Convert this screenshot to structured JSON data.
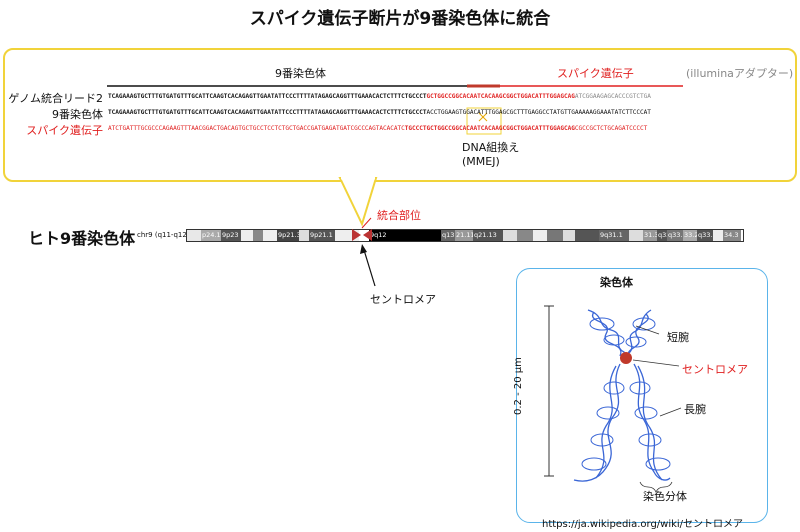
{
  "title": "スパイク遺伝子断片が9番染色体に統合",
  "callout": {
    "label_chr9_top": "9番染色体",
    "label_spike_top": "スパイク遺伝子",
    "label_adapter": "(illuminaアダプター)",
    "rows": [
      {
        "label": "ゲノム統合リード2",
        "seq_black": "TCAGAAAGTGCTTTGTGATGTTTGCATTCAAGTCACAGAGTTGAATATTCCCTTTTATAGAGCAGGTTTGAAACACTCTTTCTGCCCT",
        "seq_red": "GCTGGCCGGCACAATCACAAGCGGCTGGACATTTGGAGCAG",
        "seq_gray": "ATCGGAAGAGCACCCGTCTGA"
      },
      {
        "label": "9番染色体",
        "seq_black": "TCAGAAAGTGCTTTGTGATGTTTGCATTCAAGTCACAGAGTTGAATATTCCCTTTTATAGAGCAGGTTTGAAACACTCTTTCTGCCCT",
        "seq_black2": "ACCTGGAAGTGGACATTTGGAGCGCTTTGAGGCCTATGTTGAAAAAGGAAATATCTTCCCAT"
      },
      {
        "label": "スパイク遺伝子",
        "seq_red_pre": "ATCTGATTTGCGCCCAGAAGTTTAACGGACTGACAGTGCTGCCTCCTCTGCTGACCGATGAGATGATCGCCCAGTACACATC",
        "seq_red": "TGCCCTGCTGGCCGGCACAATCACAAGCGGCTGGACATTTGGAGCAG",
        "seq_red_post": "CGCCGCTCTGCAGATCCCCT"
      }
    ],
    "dna_label_1": "DNA組換え",
    "dna_label_2": "(MMEJ)"
  },
  "chromosome": {
    "title": "ヒト9番染色体",
    "integration_label": "統合部位",
    "chr_label": "chr9 (q11-q12)",
    "bands": [
      "p24.1",
      "9p23",
      "9p21.3",
      "9p21.1",
      "9q12",
      "q13",
      "21.11",
      "q21.13",
      "9q31.1",
      "31.3",
      "q32",
      "q33.1",
      "33.2",
      "q33.3",
      "34.3"
    ],
    "centromere_label": "セントロメア"
  },
  "panel": {
    "title": "染色体",
    "short_arm": "短腕",
    "centromere": "セントロメア",
    "long_arm": "長腕",
    "chromatid": "染色分体",
    "scale": "0.2 - 20 μm"
  },
  "source": "https://ja.wikipedia.org/wiki/セントロメア",
  "colors": {
    "callout_border": "#f1d33a",
    "red": "#e02020",
    "panel_border": "#5ab4ea",
    "chrom_blue": "#3a66d6"
  }
}
